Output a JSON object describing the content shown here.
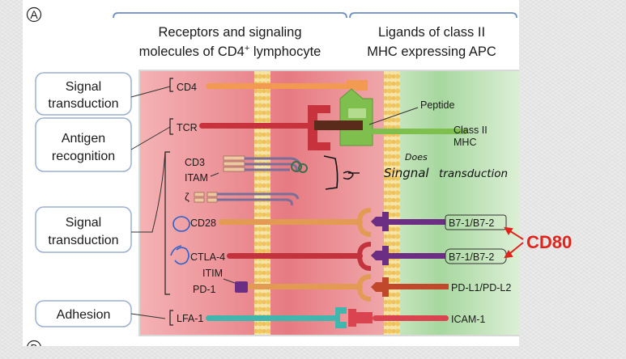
{
  "panel_label": "A",
  "panel_label_next": "B",
  "header": {
    "left_line1": "Receptors and signaling",
    "left_line2a": "molecules of CD4",
    "left_sup": "+",
    "left_line2b": " lymphocyte",
    "right_line1": "Ligands of class II",
    "right_line2": "MHC expressing APC"
  },
  "categories": {
    "signal1_line1": "Signal",
    "signal1_line2": "transduction",
    "antigen_line1": "Antigen",
    "antigen_line2": "recognition",
    "signal2_line1": "Signal",
    "signal2_line2": "transduction",
    "adhesion": "Adhesion"
  },
  "molecules": {
    "cd4": "CD4",
    "tcr": "TCR",
    "cd3": "CD3",
    "itam": "ITAM",
    "zeta": "ζ",
    "cd28": "CD28",
    "ctla4": "CTLA-4",
    "itim": "ITIM",
    "pd1": "PD-1",
    "lfa1": "LFA-1"
  },
  "ligands": {
    "peptide": "Peptide",
    "class2_line1": "Class II",
    "class2_line2": "MHC",
    "b7_a": "B7-1/B7-2",
    "b7_b": "B7-1/B7-2",
    "pdl": "PD-L1/PD-L2",
    "icam": "ICAM-1"
  },
  "handwritten": {
    "line_does": "Does",
    "line_signal": "Singnal",
    "line_transduction": "transduction"
  },
  "annotation": {
    "cd80": "CD80"
  },
  "colors": {
    "red_side": "#e57a80",
    "green_side": "#9fd19a",
    "membrane": "#f3d37a",
    "cd4": "#f29a52",
    "tcr": "#c8323c",
    "mhc": "#7fbf4e",
    "peptide": "#5a2a1a",
    "cd28": "#e39b54",
    "ctla4": "#c2333d",
    "b7": "#6b2e84",
    "pdl": "#c2482b",
    "lfa1": "#3fb7ae",
    "icam": "#d94450",
    "annotation_red": "#e0241c",
    "circle_blue": "#2f62c9"
  }
}
